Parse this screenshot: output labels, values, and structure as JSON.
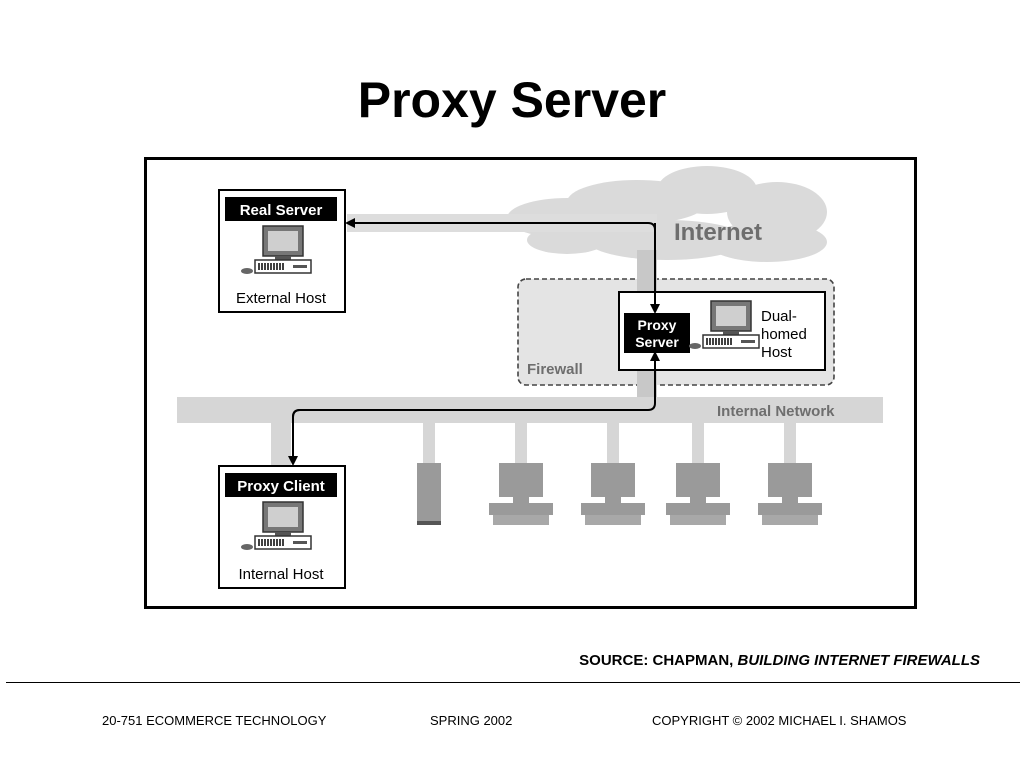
{
  "slide": {
    "title": "Proxy Server"
  },
  "diagram": {
    "real_server": {
      "label": "Real Server",
      "caption": "External Host"
    },
    "proxy_client": {
      "label": "Proxy Client",
      "caption": "Internal Host"
    },
    "proxy_server": {
      "label_line1": "Proxy",
      "label_line2": "Server"
    },
    "dual_homed": {
      "line1": "Dual-",
      "line2": "homed",
      "line3": "Host"
    },
    "internet_label": "Internet",
    "firewall_label": "Firewall",
    "internal_network_label": "Internal Network"
  },
  "source": {
    "prefix": "SOURCE: CHAPMAN,",
    "book": "BUILDING INTERNET FIREWALLS"
  },
  "footer": {
    "course": "20-751 ECOMMERCE TECHNOLOGY",
    "term": "SPRING 2002",
    "copyright": "COPYRIGHT © 2002 MICHAEL I. SHAMOS"
  }
}
